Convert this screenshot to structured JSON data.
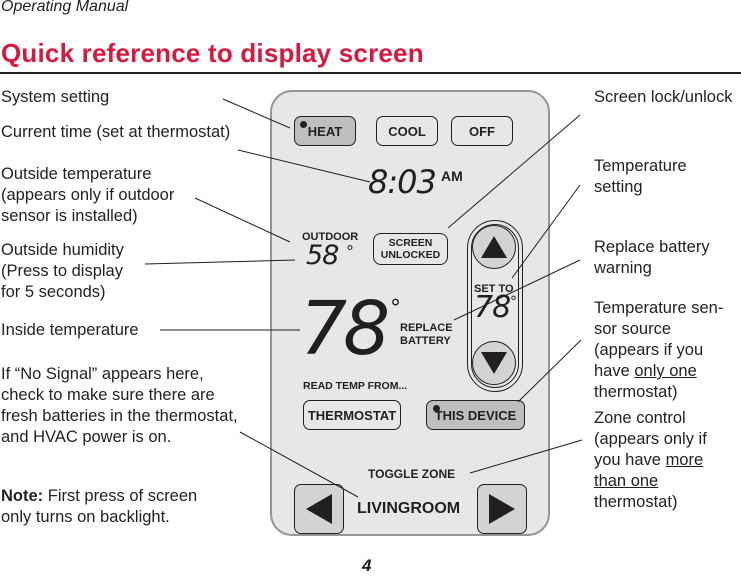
{
  "header": {
    "manual_name": "Operating Manual",
    "title": "Quick reference to display screen",
    "page_number": "4",
    "title_color": "#d7193d"
  },
  "left_callouts": {
    "system_setting": "System setting",
    "current_time": "Current time (set at thermostat)",
    "outside_temp": [
      "Outside temperature",
      "(appears only if outdoor",
      "sensor is installed)"
    ],
    "outside_humidity": [
      "Outside humidity",
      "(Press to display",
      "for 5 seconds)"
    ],
    "inside_temp": "Inside temperature",
    "no_signal": [
      "If “No Signal” appears here,",
      "check to make sure there are",
      "fresh batteries in the thermostat,",
      "and HVAC power is on."
    ],
    "note_label": "Note:",
    "note_text_1": " First press of screen",
    "note_text_2": "only turns on backlight."
  },
  "right_callouts": {
    "screen_lock": "Screen lock/unlock",
    "temp_setting": [
      "Temperature",
      "setting"
    ],
    "replace_battery": [
      "Replace battery",
      "warning"
    ],
    "sensor_source": {
      "line1": "Temperature sen-",
      "line2": "sor source",
      "line3": "(appears if you",
      "line4_pre": "have ",
      "line4_u": "only one",
      "line5": "thermostat)"
    },
    "zone_control": {
      "line1": "Zone control",
      "line2": "(appears only if",
      "line3_pre": "you have ",
      "line3_u": "more",
      "line4_u": "than one",
      "line5": "thermostat)"
    }
  },
  "device": {
    "mode_buttons": [
      {
        "label": "HEAT",
        "selected": true
      },
      {
        "label": "COOL",
        "selected": false
      },
      {
        "label": "OFF",
        "selected": false
      }
    ],
    "time": "8:03",
    "time_suffix": "AM",
    "outdoor_label": "OUTDOOR",
    "outdoor_temp": "58",
    "degree": "°",
    "screen_lock_button": [
      "SCREEN",
      "UNLOCKED"
    ],
    "inside_temp": "78",
    "replace_battery": [
      "REPLACE",
      "BATTERY"
    ],
    "set_to_label": "SET TO",
    "set_temp": "78",
    "read_temp_from": "READ TEMP FROM...",
    "source_buttons": [
      {
        "label": "THERMOSTAT",
        "selected": false
      },
      {
        "label": "THIS DEVICE",
        "selected": true
      }
    ],
    "toggle_zone_label": "TOGGLE ZONE",
    "zone_name": "LIVINGROOM",
    "icons": {
      "up": "up-arrow-icon",
      "down": "down-arrow-icon",
      "left": "left-arrow-icon",
      "right": "right-arrow-icon"
    },
    "colors": {
      "body": "#e6e7e8",
      "border": "#939598",
      "selected_button": "#bcbec0"
    }
  }
}
